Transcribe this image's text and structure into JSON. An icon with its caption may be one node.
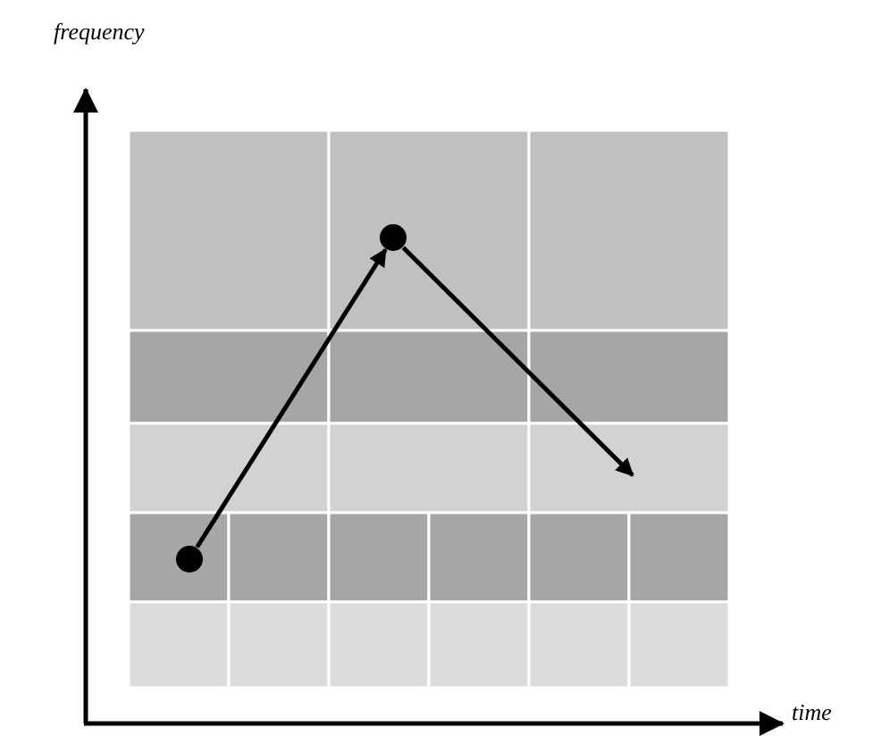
{
  "diagram": {
    "nodes": [
      {
        "text": [],
        "shape": "circle"
      },
      {
        "text": [],
        "shape": "circle"
      }
    ],
    "edges": [
      {
        "from": 0,
        "to": 1,
        "arrow": "to"
      },
      {
        "from": 1,
        "to": null,
        "arrow": "to"
      }
    ],
    "labels": [
      "frequency",
      "time"
    ]
  }
}
